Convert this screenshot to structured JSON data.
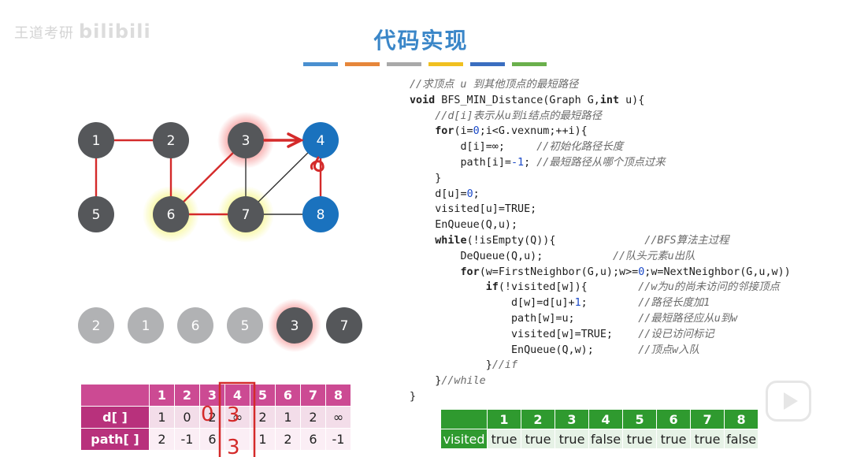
{
  "watermark": "王道考研",
  "watermark_brand": "bilibili",
  "title": "代码实现",
  "accent_bars": [
    "#4a90d0",
    "#e6863a",
    "#a9a9a9",
    "#f0c020",
    "#3a6ec0",
    "#6ab04c"
  ],
  "graph": {
    "nodes": [
      {
        "label": "1",
        "state": "visited"
      },
      {
        "label": "2",
        "state": "visited"
      },
      {
        "label": "3",
        "state": "current"
      },
      {
        "label": "4",
        "state": "target"
      },
      {
        "label": "5",
        "state": "visited"
      },
      {
        "label": "6",
        "state": "glow"
      },
      {
        "label": "7",
        "state": "glow"
      },
      {
        "label": "8",
        "state": "target"
      }
    ],
    "edges": [
      [
        "1",
        "2"
      ],
      [
        "1",
        "5"
      ],
      [
        "2",
        "6"
      ],
      [
        "6",
        "3"
      ],
      [
        "6",
        "7"
      ],
      [
        "3",
        "7"
      ],
      [
        "3",
        "4"
      ],
      [
        "7",
        "4"
      ],
      [
        "7",
        "8"
      ],
      [
        "4",
        "8"
      ]
    ],
    "highlighted_edges": [
      [
        "1",
        "2"
      ],
      [
        "1",
        "5"
      ],
      [
        "2",
        "6"
      ],
      [
        "6",
        "3"
      ],
      [
        "6",
        "7"
      ],
      [
        "3",
        "4"
      ],
      [
        "4",
        "8"
      ]
    ],
    "colors": {
      "gray": "#55575a",
      "blue": "#1a72be",
      "red": "#d42a2a"
    }
  },
  "queue": [
    {
      "label": "2",
      "state": "dequeued"
    },
    {
      "label": "1",
      "state": "dequeued"
    },
    {
      "label": "6",
      "state": "dequeued"
    },
    {
      "label": "5",
      "state": "dequeued"
    },
    {
      "label": "3",
      "state": "current"
    },
    {
      "label": "7",
      "state": "waiting"
    }
  ],
  "dist_table": {
    "headers": [
      "1",
      "2",
      "3",
      "4",
      "5",
      "6",
      "7",
      "8"
    ],
    "rows": [
      {
        "label": "d[ ]",
        "values": [
          "1",
          "0",
          "2",
          "∞",
          "2",
          "1",
          "2",
          "∞"
        ]
      },
      {
        "label": "path[ ]",
        "values": [
          "2",
          "-1",
          "6",
          "",
          "1",
          "2",
          "6",
          "-1"
        ]
      }
    ],
    "annotations": {
      "d_circle": "0",
      "d_write": "3",
      "path_write": "3"
    }
  },
  "visited_table": {
    "label": "visited",
    "headers": [
      "1",
      "2",
      "3",
      "4",
      "5",
      "6",
      "7",
      "8"
    ],
    "values": [
      "true",
      "true",
      "true",
      "false",
      "true",
      "true",
      "true",
      "false"
    ]
  },
  "code": {
    "comment_top": "//求顶点 u 到其他顶点的最短路径",
    "fn_void": "void",
    "fn_name": " BFS_MIN_Distance(Graph G,",
    "fn_int": "int",
    "fn_tail": " u){",
    "l1": "    //d[i]表示从u到i结点的最短路径",
    "l2_for": "for",
    "l2_a": "(i=",
    "l2_zero": "0",
    "l2_b": ";i<G.vexnum;++i){",
    "l3_a": "        d[i]=∞;",
    "l3_c": "     //初始化路径长度",
    "l4_a": "        path[i]=",
    "l4_n": "-1",
    "l4_b": "; ",
    "l4_c": "//最短路径从哪个顶点过来",
    "l5": "    }",
    "l6_a": "    d[u]=",
    "l6_n": "0",
    "l6_b": ";",
    "l7": "    visited[u]=TRUE;",
    "l8": "    EnQueue(Q,u);",
    "l9_kw": "while",
    "l9_a": "(!isEmpty(Q)){",
    "l9_c": "              //BFS算法主过程",
    "l10_a": "        DeQueue(Q,u);",
    "l10_c": "           //队头元素u出队",
    "l11_for": "for",
    "l11_a": "(w=FirstNeighbor(G,u);w>=",
    "l11_n": "0",
    "l11_b": ";w=NextNeighbor(G,u,w))",
    "l12_if": "if",
    "l12_a": "(!visited[w]){",
    "l12_c": "        //w为u的尚未访问的邻接顶点",
    "l13_a": "                d[w]=d[u]+",
    "l13_n": "1",
    "l13_b": ";",
    "l13_c": "        //路径长度加1",
    "l14_a": "                path[w]=u;",
    "l14_c": "          //最短路径应从u到w",
    "l15_a": "                visited[w]=TRUE;",
    "l15_c": "    //设已访问标记",
    "l16_a": "                EnQueue(Q,w);",
    "l16_c": "       //顶点w入队",
    "l17_a": "            }",
    "l17_c": "//if",
    "l18_a": "    }",
    "l18_c": "//while",
    "l19": "}"
  }
}
